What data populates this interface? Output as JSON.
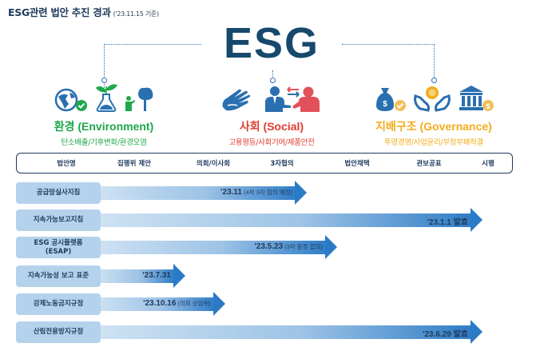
{
  "title": {
    "main": "ESG관련 법안 추진 경과",
    "sub": "('23.11.15 기준)"
  },
  "logo": {
    "text": "ESG",
    "color": "#16496c"
  },
  "pillars": [
    {
      "key": "environment",
      "ko": "환경",
      "en": "Environment",
      "desc": "탄소배출/기후변화/환경오염",
      "color": "#1ea84b",
      "icons": [
        "globe-check-icon",
        "plant-flask-icon",
        "person-tree-icon"
      ]
    },
    {
      "key": "social",
      "ko": "사회",
      "en": "Social",
      "desc": "고용평등/사회기여/제품안전",
      "color": "#e23b2e",
      "icons": [
        "helping-hands-icon",
        "handshake-exchange-icon"
      ]
    },
    {
      "key": "governance",
      "ko": "지배구조",
      "en": "Governance",
      "desc": "투명경영/사업윤리/부정부패척결",
      "color": "#f2ad1d",
      "icons": [
        "money-bag-check-icon",
        "hands-gear-icon",
        "bank-coin-icon"
      ]
    }
  ],
  "stages": [
    "법안명",
    "집행위 제안",
    "의회/이사회",
    "3자협의",
    "법안채택",
    "관보공표",
    "시행"
  ],
  "rows": [
    {
      "name": "공급망실사지침",
      "date": "'23.11",
      "note": "(4차 3자 협의 예정)",
      "stage_reached": "3자협의"
    },
    {
      "name": "지속가능보고지침",
      "date": "'23.1.1 발효",
      "note": "",
      "stage_reached": "시행"
    },
    {
      "name": "ESG 공시플랫폼\n(ESAP)",
      "date": "'23.5.23",
      "note": "(3자 잠정 합의)",
      "stage_reached": "법안채택"
    },
    {
      "name": "지속가능성 보고 표준",
      "date": "'23.7.31",
      "note": "",
      "stage_reached": "집행위 제안"
    },
    {
      "name": "강제노동금지규정",
      "date": "'23.10.16",
      "note": "(의회 상임위)",
      "stage_reached": "의회/이사회"
    },
    {
      "name": "산림전용방지규정",
      "date": "'23.6.29 발효",
      "note": "",
      "stage_reached": "시행"
    }
  ],
  "colors": {
    "accent": "#2b7ac6",
    "label_bg": "#b4d2ec",
    "dark_text": "#1f3a5c"
  }
}
